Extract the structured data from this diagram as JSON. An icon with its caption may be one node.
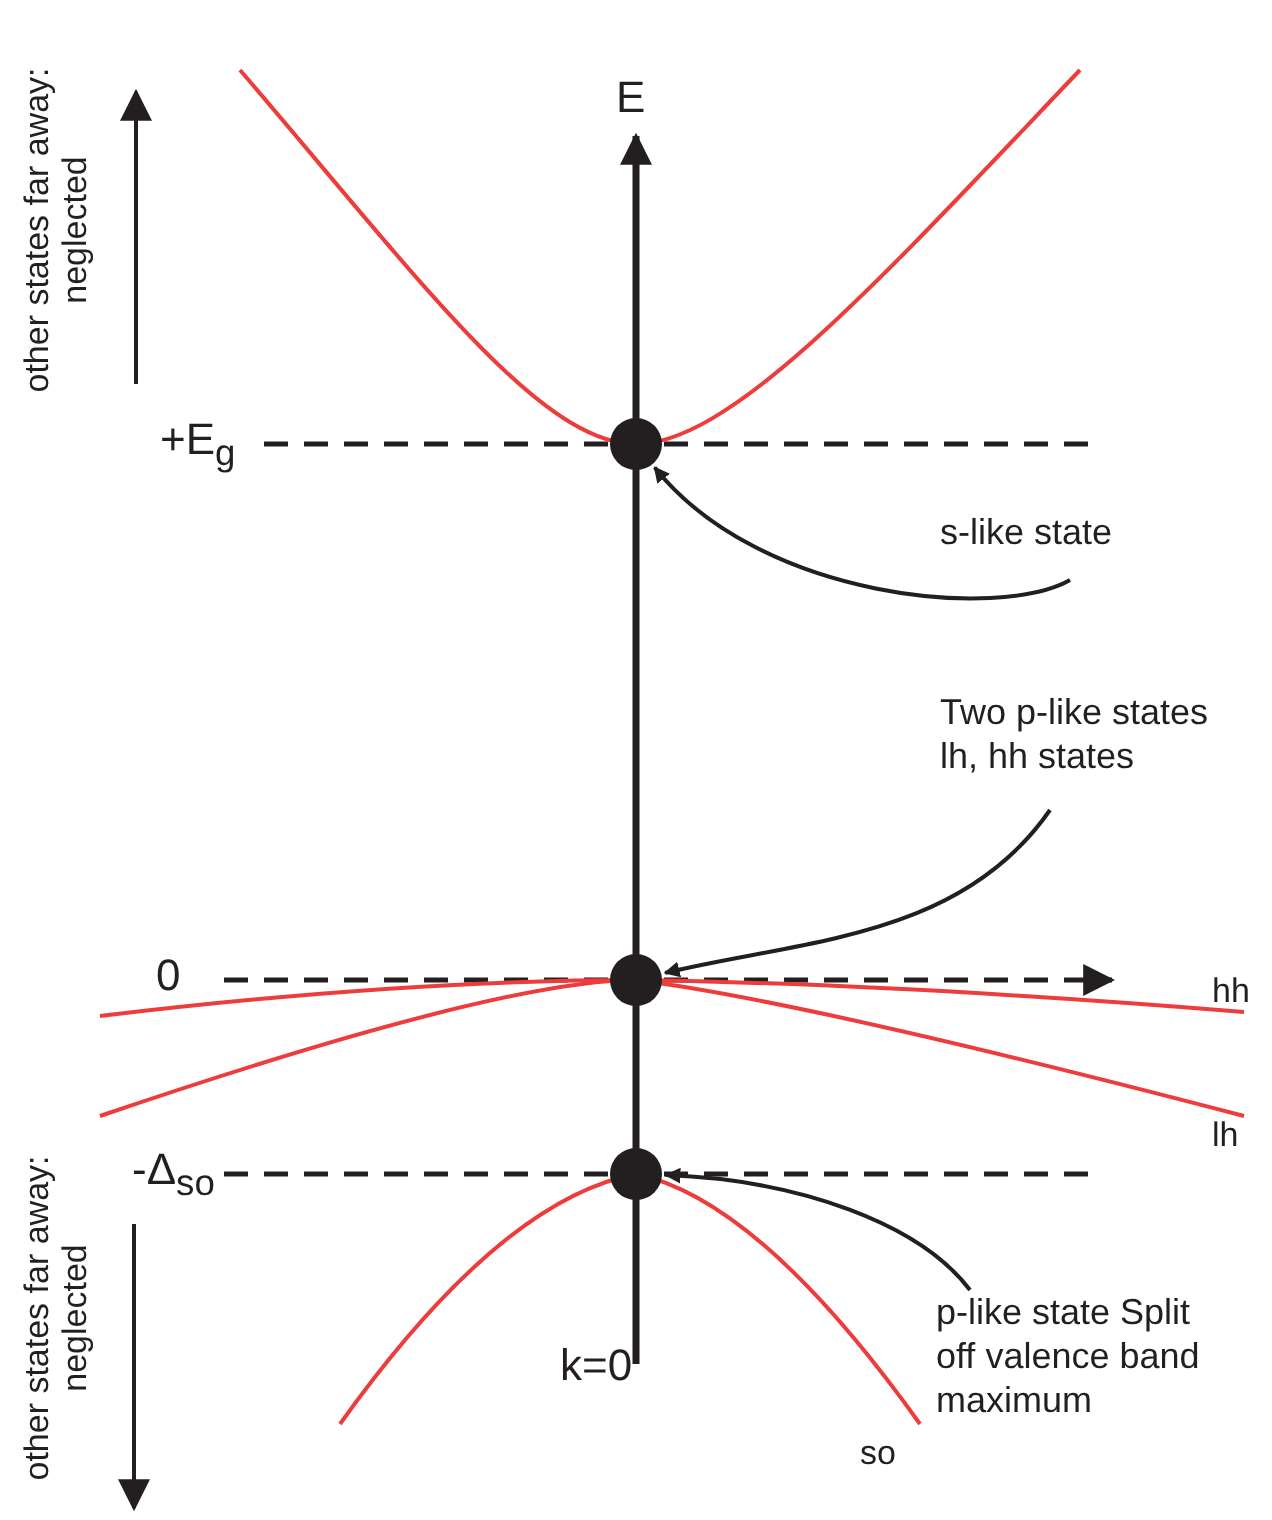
{
  "diagram": {
    "nodes": [
      {
        "text": [],
        "shape": "circle"
      },
      {
        "text": [
          "s-like state"
        ]
      },
      {
        "text": [
          "Two p-like states lh, hh states"
        ]
      },
      {
        "text": [],
        "shape": "circle"
      },
      {
        "text": [],
        "shape": "circle"
      },
      {
        "text": [
          "p-like state Split off valence band maximum"
        ]
      }
    ],
    "edges": [
      {
        "from": 1,
        "to": 0,
        "arrow": "to"
      },
      {
        "from": 2,
        "to": 3,
        "arrow": "to"
      },
      {
        "from": 5,
        "to": 4,
        "arrow": "to"
      }
    ],
    "labels": [
      "other states far away: neglected",
      "E",
      "+E$_{g}$",
      "0",
      "hh",
      "lh",
      "-Δ$_{so}$",
      "other states far away: neglected",
      "k=0",
      "so"
    ]
  }
}
